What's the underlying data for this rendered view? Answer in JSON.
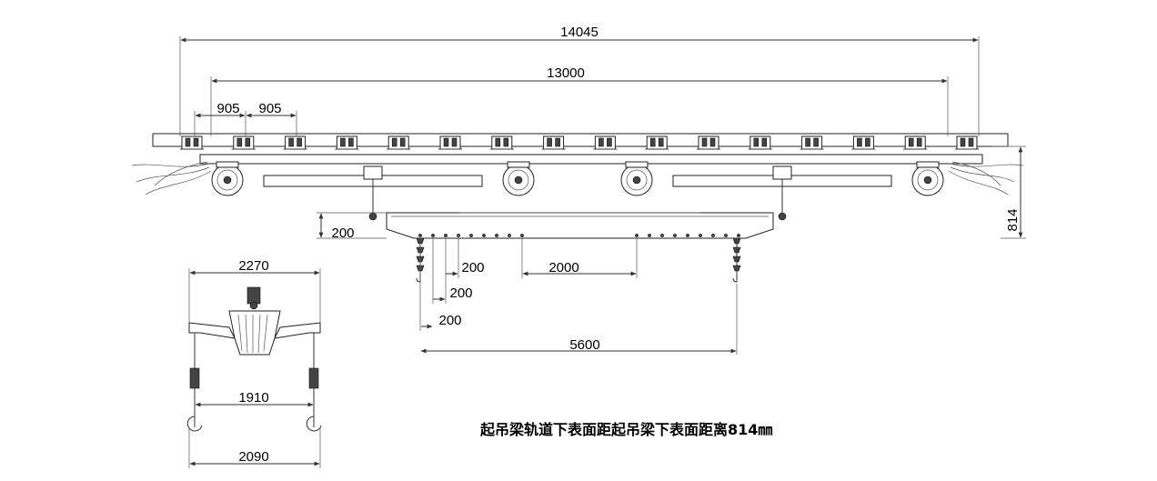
{
  "dimensions": {
    "overall_length": "14045",
    "rail_span": "13000",
    "trolley_spacing_1": "905",
    "trolley_spacing_2": "905",
    "height": "814",
    "drop": "200",
    "hole_pitch_1": "200",
    "hole_pitch_2": "200",
    "hole_pitch_3": "200",
    "hole_group_length": "2000",
    "hook_span": "5600",
    "end_view_width": "2270",
    "end_view_inner": "1910",
    "end_view_bottom": "2090"
  },
  "caption": "起吊梁轨道下表面距起吊梁下表面距离814㎜"
}
